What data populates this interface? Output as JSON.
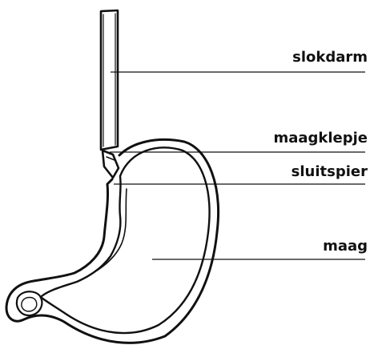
{
  "diagram": {
    "labels": {
      "esophagus": "slokdarm",
      "valve": "maagklepje",
      "sphincter": "sluitspier",
      "stomach": "maag"
    },
    "colors": {
      "stroke": "#111111",
      "background": "#ffffff"
    }
  }
}
